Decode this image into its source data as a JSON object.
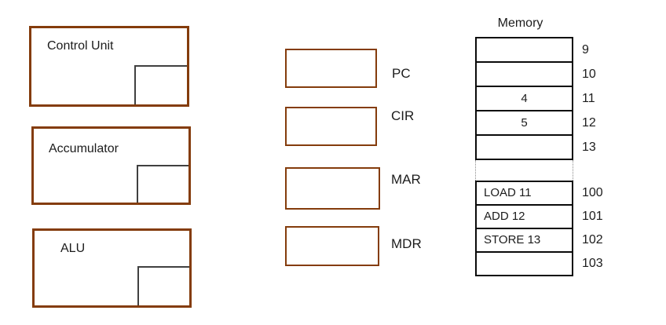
{
  "diagram": {
    "blocks": [
      {
        "label": "Control Unit"
      },
      {
        "label": "Accumulator"
      },
      {
        "label": "ALU"
      }
    ],
    "registers": [
      {
        "label": "PC"
      },
      {
        "label": "CIR"
      },
      {
        "label": "MAR"
      },
      {
        "label": "MDR"
      }
    ],
    "memory": {
      "title": "Memory",
      "upper_rows": [
        {
          "value": "",
          "address": "9"
        },
        {
          "value": "",
          "address": "10"
        },
        {
          "value": "4",
          "address": "11"
        },
        {
          "value": "5",
          "address": "12"
        },
        {
          "value": "",
          "address": "13"
        }
      ],
      "lower_rows": [
        {
          "value": "LOAD 11",
          "address": "100"
        },
        {
          "value": "ADD 12",
          "address": "101"
        },
        {
          "value": "STORE 13",
          "address": "102"
        },
        {
          "value": "",
          "address": "103"
        }
      ]
    },
    "colors": {
      "cpu_box_border": "#843c0c",
      "step_line": "#404040",
      "memory_border": "#0a0a0a",
      "text": "#1c1c1c"
    }
  }
}
